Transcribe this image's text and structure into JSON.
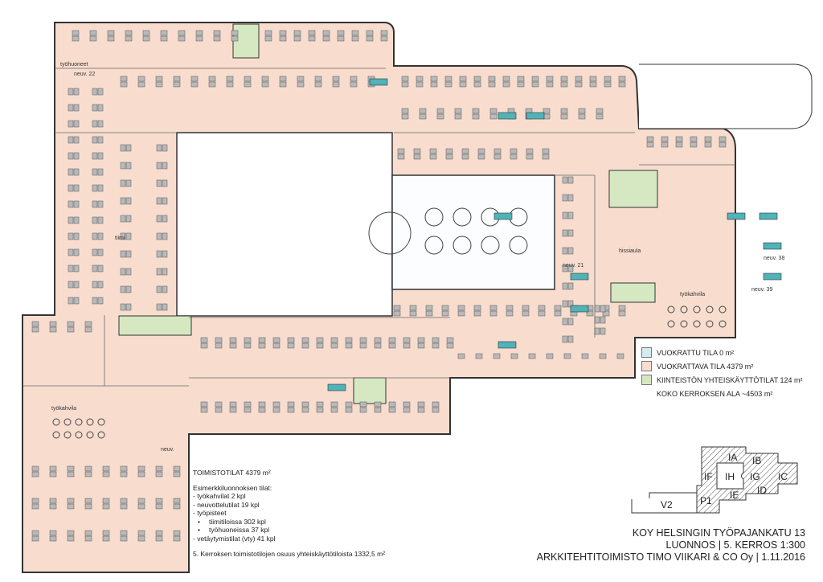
{
  "colors": {
    "rentable": "#f8ddcf",
    "rented": "#d4ebf2",
    "common": "#d5e8c2",
    "meeting_table": "#4fb3b8",
    "desk": "#b9b9b9",
    "wall": "#333333"
  },
  "rooms": {
    "neuv22": "neuv. 22",
    "neuv38": "neuv. 38",
    "neuv39": "neuv. 39",
    "neuv21": "neuv. 21",
    "tyokahvila_left": "työkahvila",
    "tyokahvila_right": "työkahvila",
    "hissiaula": "hissiaula",
    "tiimi": "tiimi",
    "tyohuoneet": "työhuoneet",
    "neuv": "neuv."
  },
  "legend": [
    {
      "label": "VUOKRATTU TILA 0 m²",
      "color": "#d4ebf2"
    },
    {
      "label": "VUOKRATTAVA TILA  4379 m²",
      "color": "#f8ddcf"
    },
    {
      "label": "KIINTEISTÖN YHTEISKÄYTTÖTILAT 124 m²",
      "color": "#d5e8c2"
    },
    {
      "label": "KOKO KERROKSEN ALA ~4503 m²"
    }
  ],
  "info": {
    "title": "TOIMISTOTILAT 4379 m²",
    "heading": "Esimerkkiluonnoksen tilat:",
    "items": [
      "- työkahvilat 2 kpl",
      "- neuvottelutilat 19 kpl",
      "- työpisteet"
    ],
    "bullets": [
      "tiimitiloissa 302 kpl",
      "työhuoneissa 37 kpl"
    ],
    "last_item": "- vetäytymistilat (vty) 41 kpl",
    "footnote": "5. Kerroksen toimistotilojen osuus yhteiskäyttötiloista 1332,5 m²"
  },
  "key_plan": {
    "blocks": [
      "IA",
      "IB",
      "IC",
      "ID",
      "IE",
      "IF",
      "IG",
      "IH",
      "P1",
      "V2"
    ]
  },
  "title_block": {
    "line1": "KOY HELSINGIN TYÖPAJANKATU 13",
    "line2": "LUONNOS | 5. KERROS 1:300",
    "line3": "ARKKITEHTITOIMISTO TIMO VIIKARI & CO Oy | 1.11.2016"
  }
}
